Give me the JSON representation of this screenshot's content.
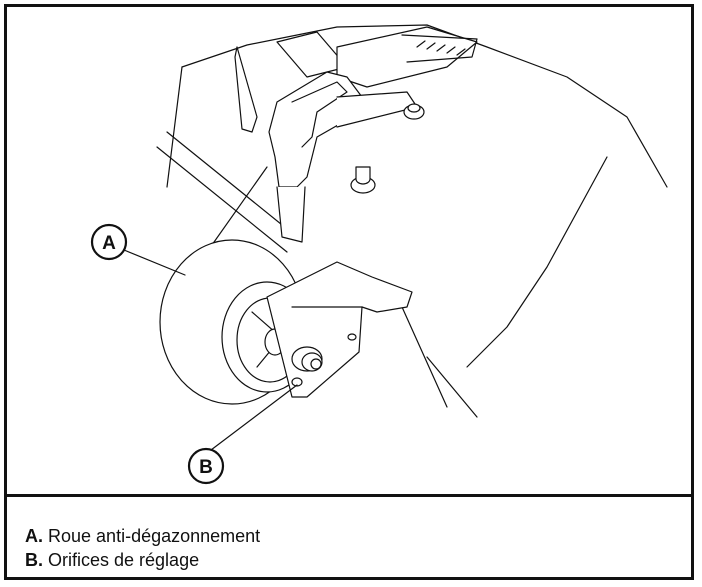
{
  "figure": {
    "callouts": [
      {
        "letter": "A"
      },
      {
        "letter": "B"
      }
    ]
  },
  "legend": {
    "items": [
      {
        "key": "A.",
        "text": "Roue anti-dégazonnement"
      },
      {
        "key": "B.",
        "text": "Orifices de réglage"
      }
    ]
  }
}
